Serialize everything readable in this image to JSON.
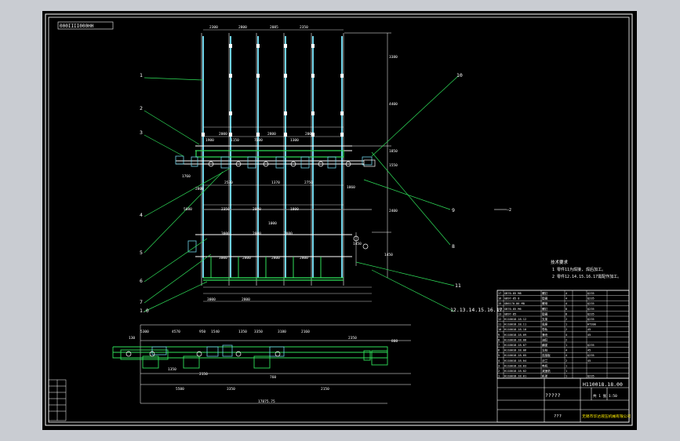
{
  "drawing": {
    "stamp": "000ΙΙΙΙ000ΗΗ",
    "balloons": [
      "1",
      "2",
      "3",
      "4",
      "5",
      "6",
      "7",
      "1.0",
      "10",
      "9",
      "8",
      "11",
      "12.13.14.15.16.17"
    ],
    "top_dims": [
      "2300",
      "2800",
      "2085",
      "2350",
      "3380",
      "4400",
      "1850",
      "1550",
      "2400"
    ],
    "mid_dims": [
      "2000",
      "2800",
      "2000",
      "1900",
      "7000",
      "1150",
      "1300",
      "1760",
      "2530",
      "1370",
      "2750",
      "1860",
      "5080",
      "2350",
      "2800",
      "1800",
      "2800"
    ],
    "lower_dims": [
      "3000",
      "1000",
      "2800",
      "2800",
      "3000",
      "2800",
      "2800",
      "2800",
      "3000",
      "2800",
      "1450",
      "1450"
    ],
    "side_dims": [
      "5300",
      "1540",
      "1350",
      "4570",
      "950",
      "3350",
      "3180",
      "2160",
      "2350",
      "800",
      "130",
      "1350",
      "2150",
      "760",
      "5500",
      "3350",
      "2150",
      "17875.75"
    ],
    "notes": [
      "技术要求",
      "1 零件11为焊接, 焊后加工。",
      "2 零件12.14.15.16.17需配作加工。"
    ],
    "arrow_note": "—2"
  },
  "title_block": {
    "drawing_no": "H110018.18.00",
    "part_name": "?????",
    "company": "无锡市华达液压机械有限公司",
    "placeholder": "???",
    "scale": "1:50",
    "sheet": "共 1 张",
    "parts": [
      [
        "17",
        "GB70-85 M8",
        "螺钉",
        "4",
        "",
        "Q235",
        ""
      ],
      [
        "16",
        "GB97-85 8",
        "垫圈",
        "4",
        "",
        "Q235",
        ""
      ],
      [
        "15",
        "GB6170-86 M8",
        "螺母",
        "4",
        "",
        "Q235",
        ""
      ],
      [
        "14",
        "GB70-85 M6",
        "螺钉",
        "8",
        "",
        "Q235",
        ""
      ],
      [
        "13",
        "GB97-85",
        "垫圈",
        "8",
        "",
        "Q235",
        ""
      ],
      [
        "12",
        "H110018.18.12",
        "支架",
        "2",
        "",
        "Q235",
        ""
      ],
      [
        "11",
        "H110018.18.11",
        "底座",
        "1",
        "",
        "HT200",
        ""
      ],
      [
        "10",
        "H110018.18.10",
        "导轨",
        "2",
        "",
        "45",
        ""
      ],
      [
        "9",
        "H110018.18.09",
        "滑块",
        "4",
        "",
        "45",
        ""
      ],
      [
        "8",
        "H110018.18.08",
        "油缸",
        "2",
        "",
        "",
        ""
      ],
      [
        "7",
        "H110018.18.07",
        "横梁",
        "1",
        "",
        "Q235",
        ""
      ],
      [
        "6",
        "H110018.18.06",
        "立柱",
        "4",
        "",
        "45",
        ""
      ],
      [
        "5",
        "H110018.18.05",
        "连接板",
        "4",
        "",
        "Q235",
        ""
      ],
      [
        "4",
        "H110018.18.04",
        "法兰",
        "2",
        "",
        "45",
        ""
      ],
      [
        "3",
        "H110018.18.03",
        "电机",
        "1",
        "",
        "",
        ""
      ],
      [
        "2",
        "H110018.18.02",
        "减速机",
        "1",
        "",
        "",
        ""
      ],
      [
        "1",
        "H110018.18.01",
        "机架",
        "1",
        "",
        "Q235",
        ""
      ]
    ]
  }
}
